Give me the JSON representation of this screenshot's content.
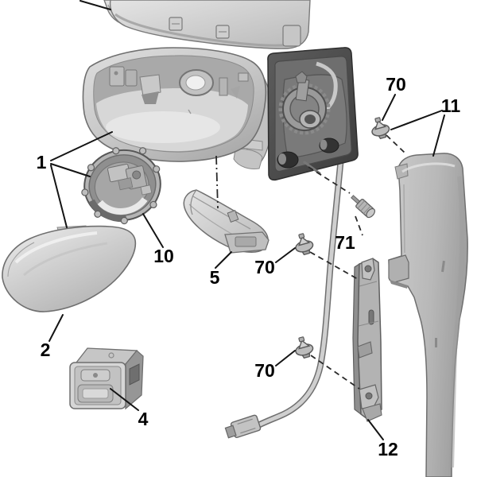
{
  "diagram": {
    "kind": "exploded-parts-diagram",
    "subject": "Exterior door mirror assembly with pillar trim and mounting hardware",
    "background_color": "#ffffff",
    "line_color": "#141414",
    "label_color": "#000000",
    "part_fill_light": "#d8d8d8",
    "part_fill_mid": "#b5b5b5",
    "part_fill_dark": "#4d4d4d",
    "callouts": [
      {
        "label": "1",
        "part": "mirror-assembly"
      },
      {
        "label": "2",
        "part": "mirror-glass"
      },
      {
        "label": "4",
        "part": "mirror-adjustment-switch"
      },
      {
        "label": "5",
        "part": "mirror-foot-cover"
      },
      {
        "label": "10",
        "part": "mirror-glass-actuator"
      },
      {
        "label": "11",
        "part": "pillar-trim-panel"
      },
      {
        "label": "12",
        "part": "mounting-bracket"
      },
      {
        "label": "70",
        "part": "clip-upper"
      },
      {
        "label": "70",
        "part": "clip-middle"
      },
      {
        "label": "70",
        "part": "clip-lower"
      },
      {
        "label": "71",
        "part": "screw"
      }
    ]
  }
}
